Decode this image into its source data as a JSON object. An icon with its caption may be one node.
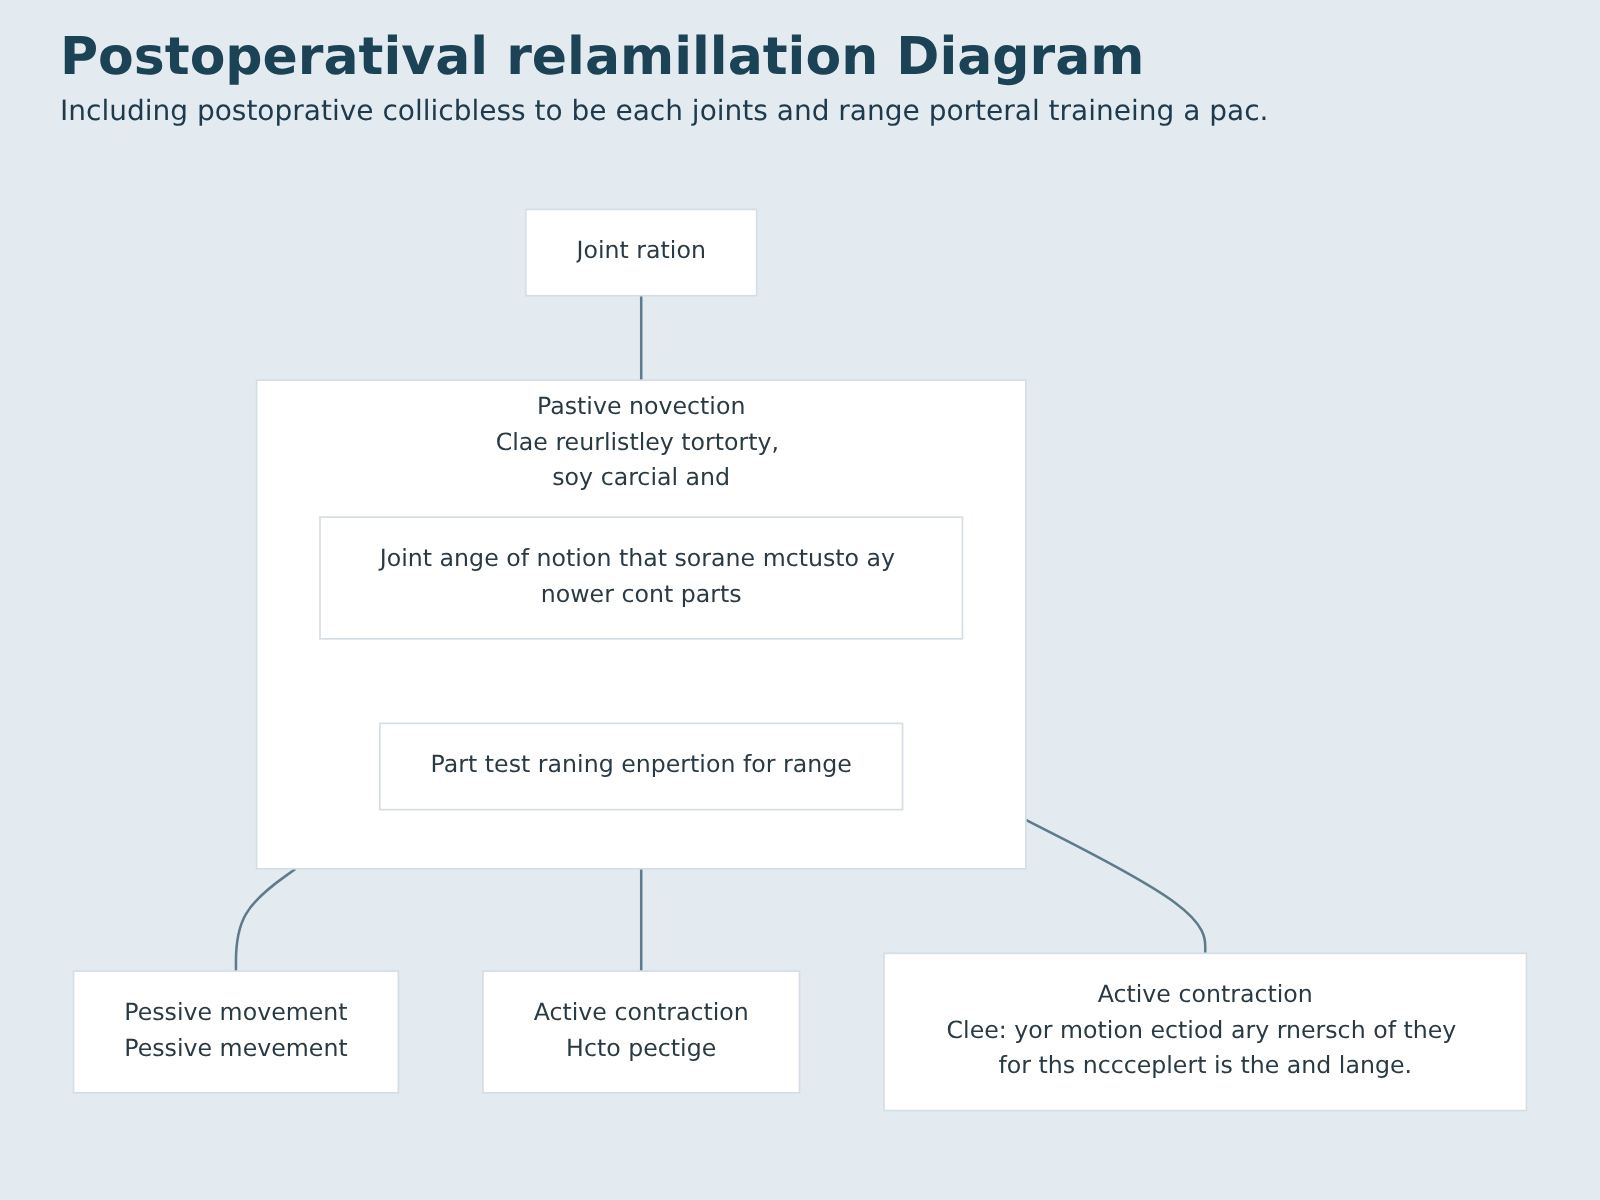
{
  "diagram": {
    "title": "Postoperatival relamillation Diagram",
    "caption": "Including postoprative collicbless to be each joints and range porteral traineing a pac.",
    "nodes": [
      {
        "text": [
          "Pessive movement",
          "Pessive mevement"
        ]
      },
      {
        "text": [
          "Joint ration"
        ]
      },
      {
        "text": [
          "Pastive novection",
          "Clae reurlistley tortorty, soy carcial and"
        ]
      },
      {
        "text": [
          "Joint ange of notion that sorane mctusto ay nower cont parts"
        ],
        "in": 2
      },
      {
        "text": [
          "Part test raning enpertion for range"
        ],
        "in": 2
      },
      {
        "text": [
          "Active contraction",
          "Hcto pectige"
        ]
      },
      {
        "text": [
          "Active contraction",
          "Clee: yor motion ectiod ary rnersch of they for ths nccceplert is the and lange."
        ]
      }
    ],
    "edges": [
      {
        "from": 1,
        "to": 2,
        "arrow": "none"
      },
      {
        "from": 2,
        "to": 0,
        "arrow": "none"
      },
      {
        "from": 2,
        "to": 5,
        "arrow": "none"
      },
      {
        "from": 2,
        "to": 6,
        "arrow": "none"
      }
    ]
  }
}
